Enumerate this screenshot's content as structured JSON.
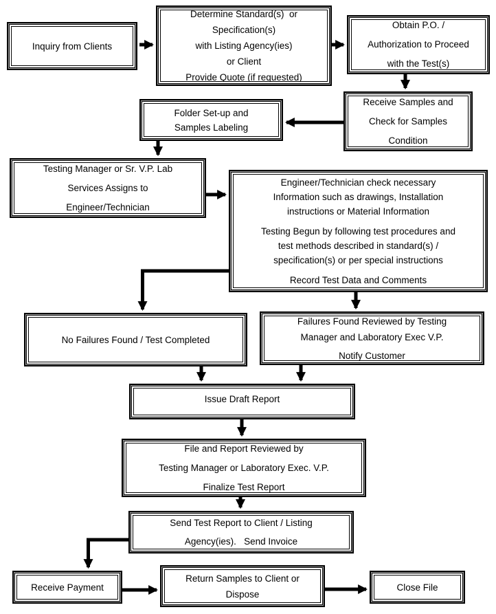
{
  "colors": {
    "box_border": "#000000",
    "box_border_accent_gray": "#a6a6a6",
    "arrow": "#000000",
    "background": "#ffffff",
    "text": "#000000"
  },
  "nodes": {
    "inquiry": {
      "lines": [
        "Inquiry from Clients"
      ]
    },
    "determine": {
      "lines": [
        "Determine Standard(s)  or",
        "Specification(s)",
        "with Listing Agency(ies)",
        "or Client",
        "Provide Quote (if requested)"
      ]
    },
    "obtain": {
      "lines": [
        "Obtain P.O. /",
        "Authorization to Proceed",
        "with the Test(s)"
      ]
    },
    "receive_samples": {
      "lines": [
        "Receive Samples and",
        "Check for Samples",
        "Condition"
      ]
    },
    "folder": {
      "lines": [
        "Folder Set-up and",
        "Samples Labeling"
      ]
    },
    "testing_manager": {
      "lines": [
        "Testing Manager or Sr. V.P. Lab",
        "Services Assigns to",
        "Engineer/Technician"
      ]
    },
    "engineer": {
      "lines": [
        "Engineer/Technician check necessary",
        "Information such as drawings, Installation",
        "instructions or Material Information",
        "Testing Begun by following test procedures and",
        "test methods described in standard(s) /",
        "specification(s) or per special instructions",
        "Record Test Data and Comments"
      ]
    },
    "no_failures": {
      "lines": [
        "No Failures Found / Test Completed"
      ]
    },
    "failures": {
      "lines": [
        "Failures Found Reviewed by Testing",
        "Manager and Laboratory Exec V.P.",
        "Notify Customer"
      ]
    },
    "issue_draft": {
      "lines": [
        "Issue Draft Report"
      ]
    },
    "file_report": {
      "lines": [
        "File and Report Reviewed by",
        "Testing Manager or Laboratory Exec. V.P.",
        "Finalize Test Report"
      ]
    },
    "send_report": {
      "lines": [
        "Send Test Report to Client / Listing",
        "Agency(ies).   Send Invoice"
      ]
    },
    "receive_payment": {
      "lines": [
        "Receive Payment"
      ]
    },
    "return_samples": {
      "lines": [
        "Return Samples to Client or",
        "Dispose"
      ]
    },
    "close_file": {
      "lines": [
        "Close File"
      ]
    }
  }
}
